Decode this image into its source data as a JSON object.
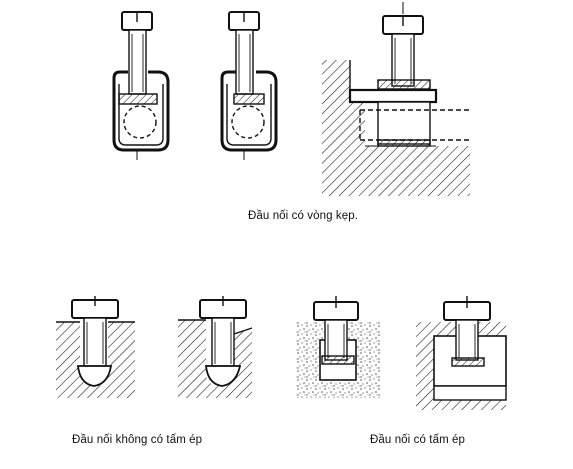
{
  "captions": {
    "top": "Đầu nối có vòng kẹp.",
    "bottom_left": "Đầu nối không có tấm ép",
    "bottom_right": "Đầu nối có tấm ép"
  },
  "colors": {
    "ink": "#111111",
    "paper": "#ffffff",
    "sand": "#555555"
  },
  "figures": [
    {
      "name": "ring-clamp-terminal-front-1",
      "group": "top"
    },
    {
      "name": "ring-clamp-terminal-front-2",
      "group": "top"
    },
    {
      "name": "ring-clamp-terminal-side",
      "group": "top"
    },
    {
      "name": "screw-terminal-no-plate-1",
      "group": "bottom-left"
    },
    {
      "name": "screw-terminal-no-plate-2",
      "group": "bottom-left"
    },
    {
      "name": "screw-terminal-with-plate-1",
      "group": "bottom-right"
    },
    {
      "name": "screw-terminal-with-plate-2",
      "group": "bottom-right"
    }
  ]
}
